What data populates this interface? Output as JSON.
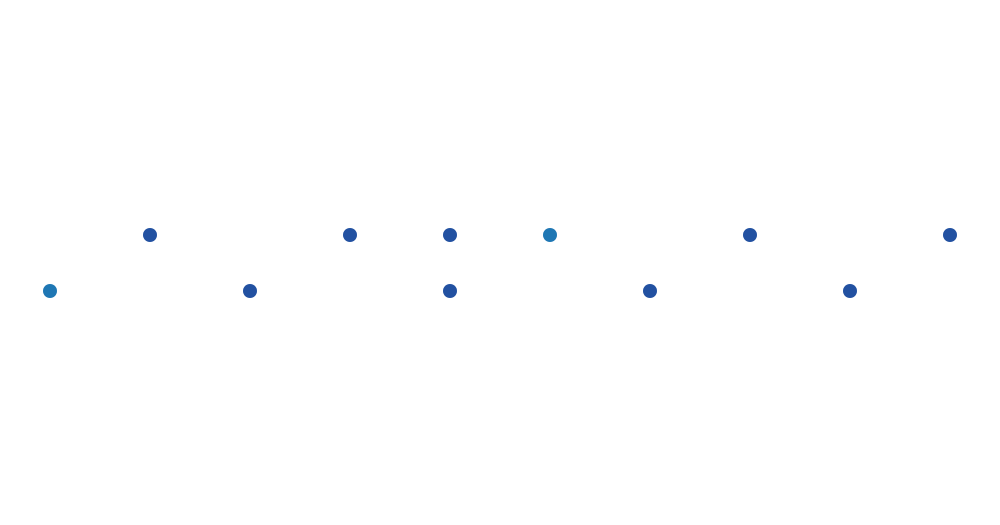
{
  "chart_data": {
    "type": "scatter",
    "xlim": [
      0,
      9
    ],
    "ylim": [
      0,
      1
    ],
    "grid": false,
    "legend": "none",
    "axes_visible": false,
    "points": [
      {
        "x": 0,
        "y": 0,
        "color": "#1f77b4"
      },
      {
        "x": 1,
        "y": 1,
        "color": "#2251a1"
      },
      {
        "x": 2,
        "y": 0,
        "color": "#2251a1"
      },
      {
        "x": 3,
        "y": 1,
        "color": "#2251a1"
      },
      {
        "x": 4,
        "y": 1,
        "color": "#2251a1"
      },
      {
        "x": 4,
        "y": 0,
        "color": "#2251a1"
      },
      {
        "x": 5,
        "y": 1,
        "color": "#1f77b4"
      },
      {
        "x": 6,
        "y": 0,
        "color": "#2251a1"
      },
      {
        "x": 7,
        "y": 1,
        "color": "#2251a1"
      },
      {
        "x": 8,
        "y": 0,
        "color": "#2251a1"
      },
      {
        "x": 9,
        "y": 1,
        "color": "#2251a1"
      }
    ]
  }
}
